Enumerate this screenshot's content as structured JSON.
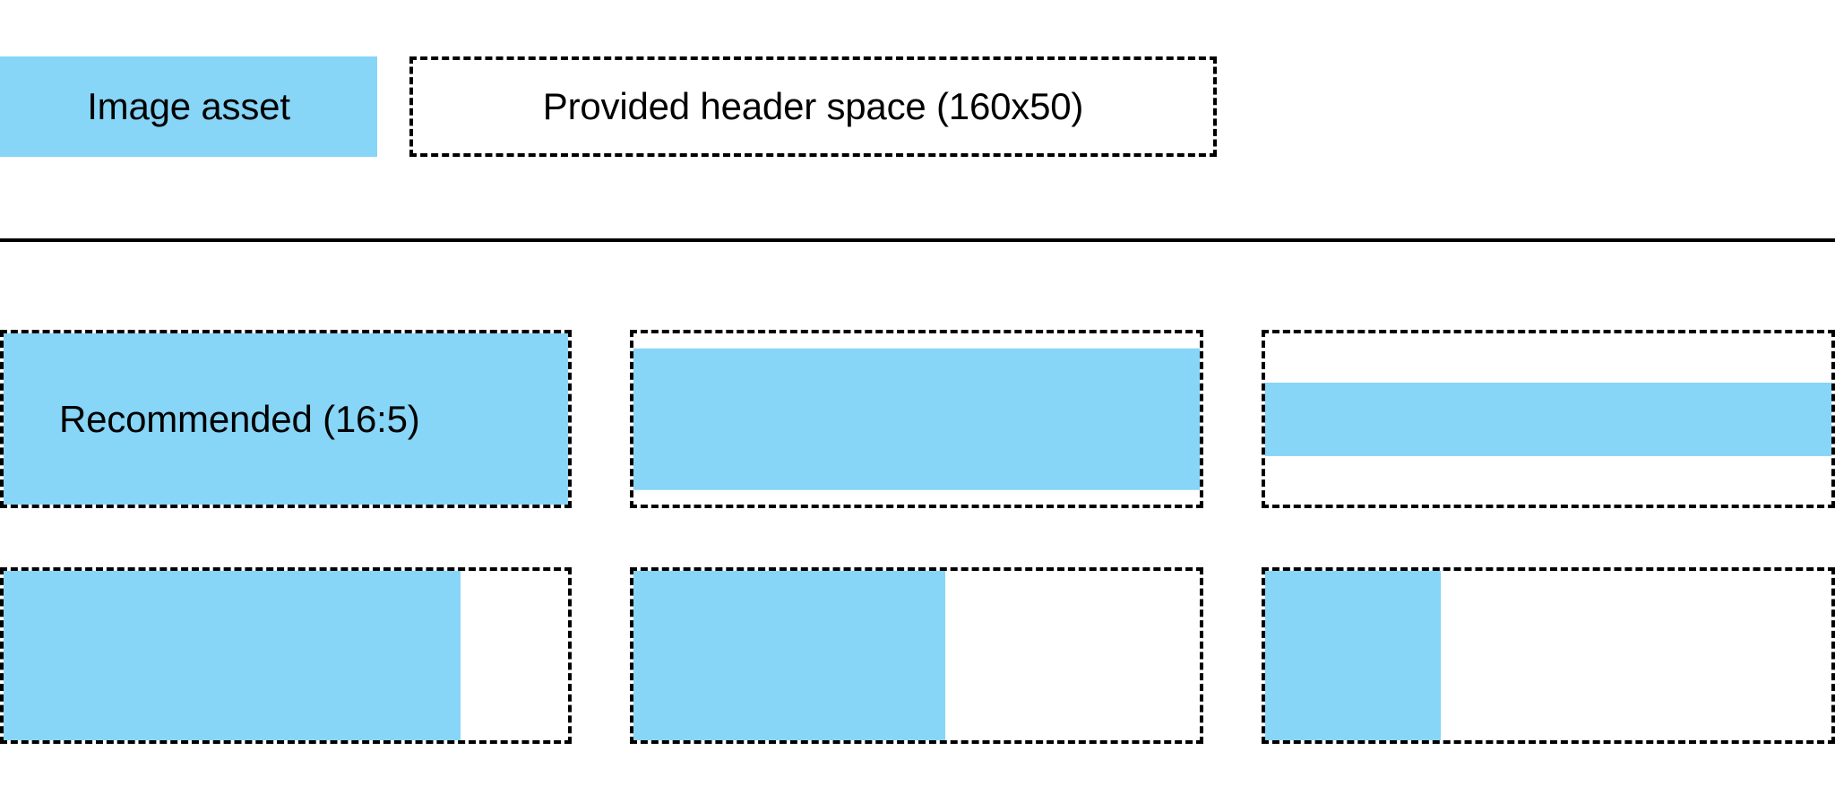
{
  "page": {
    "background_color": "#ffffff",
    "accent_color": "#87d5f7",
    "outline_color": "#000000"
  },
  "legend": {
    "image_asset_label": "Image asset",
    "header_space_label": "Provided header space (160x50)"
  },
  "grid": {
    "recommended_label": "Recommended (16:5)",
    "rows": [
      {
        "cells": [
          {
            "fill_width_pct": 100,
            "fill_height_pct": 100,
            "fill_align": "top-left"
          },
          {
            "fill_width_pct": 100,
            "fill_height_pct": 83,
            "fill_align": "center"
          },
          {
            "fill_width_pct": 100,
            "fill_height_pct": 43,
            "fill_align": "center"
          }
        ]
      },
      {
        "cells": [
          {
            "fill_width_pct": 81,
            "fill_height_pct": 100,
            "fill_align": "top-left"
          },
          {
            "fill_width_pct": 55,
            "fill_height_pct": 100,
            "fill_align": "top-left"
          },
          {
            "fill_width_pct": 31,
            "fill_height_pct": 100,
            "fill_align": "top-left"
          }
        ]
      }
    ]
  }
}
